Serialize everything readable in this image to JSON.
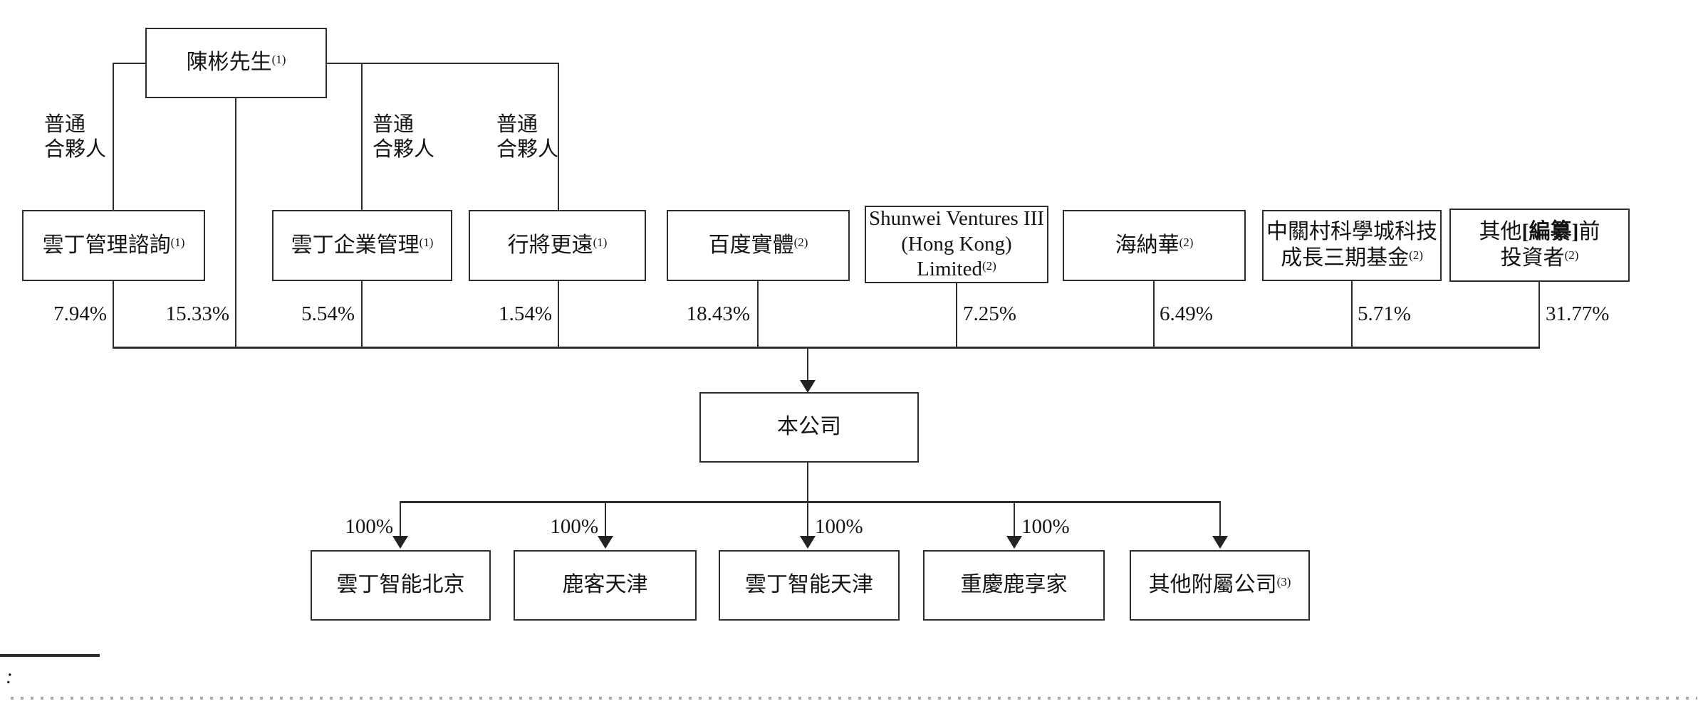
{
  "founder": {
    "name": "陳彬先生",
    "sup": "(1)",
    "direct_pct": "15.33%"
  },
  "gp_label": {
    "line1": "普通",
    "line2": "合夥人"
  },
  "shareholders": [
    {
      "name": "雲丁管理諮詢",
      "sup": "(1)",
      "pct": "7.94%"
    },
    {
      "name": "雲丁企業管理",
      "sup": "(1)",
      "pct": "5.54%"
    },
    {
      "name": "行將更遠",
      "sup": "(1)",
      "pct": "1.54%"
    },
    {
      "name": "百度實體",
      "sup": "(2)",
      "pct": "18.43%"
    },
    {
      "line1": "Shunwei Ventures III",
      "line2": "(Hong Kong)",
      "line3": "Limited",
      "sup": "(2)",
      "pct": "7.25%"
    },
    {
      "name": "海納華",
      "sup": "(2)",
      "pct": "6.49%"
    },
    {
      "line1": "中關村科學城科技",
      "line2": "成長三期基金",
      "sup": "(2)",
      "pct": "5.71%"
    },
    {
      "pre": "其他",
      "redact": "[編纂]",
      "post": "前",
      "line2": "投資者",
      "sup": "(2)",
      "pct": "31.77%"
    }
  ],
  "company": {
    "name": "本公司"
  },
  "subsidiaries": [
    {
      "name": "雲丁智能北京",
      "pct": "100%"
    },
    {
      "name": "鹿客天津",
      "pct": "100%"
    },
    {
      "name": "雲丁智能天津",
      "pct": "100%"
    },
    {
      "name": "重慶鹿享家",
      "pct": "100%"
    },
    {
      "name": "其他附屬公司",
      "sup": "(3)"
    }
  ],
  "footnote": {
    "colon": ":"
  },
  "colors": {
    "line": "#2d2d2d",
    "text": "#141414",
    "background": "#ffffff"
  }
}
